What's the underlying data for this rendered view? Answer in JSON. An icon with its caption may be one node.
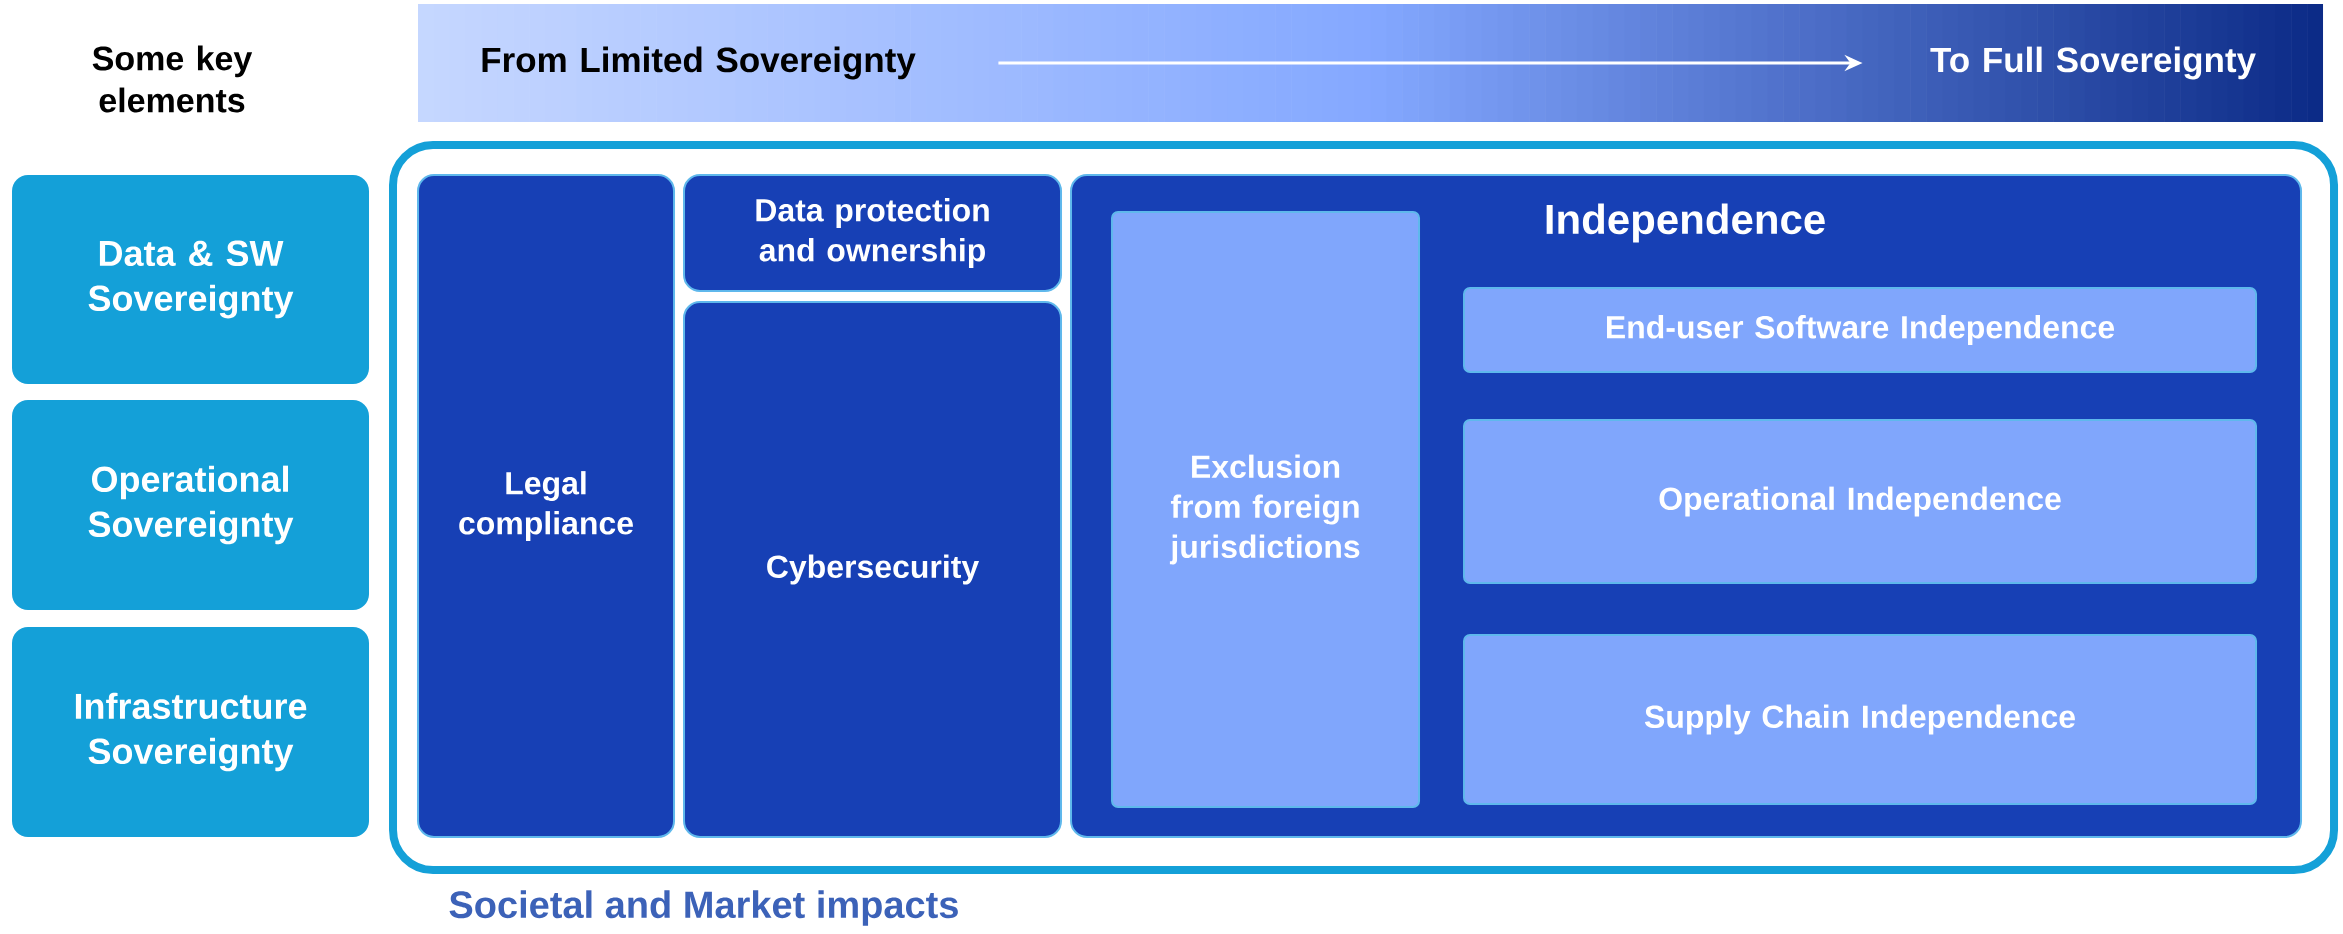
{
  "diagram": {
    "nodes": [
      {
        "text": [],
        "shape": "bar"
      },
      {
        "text": [
          "From Limited Sovereignty"
        ],
        "in": 0
      },
      {
        "text": [
          "To Full Sovereignty"
        ],
        "in": 0
      },
      {
        "text": [
          "Data & SW Sovereignty"
        ]
      },
      {
        "text": [
          "Operational Sovereignty"
        ]
      },
      {
        "text": [
          "Infrastructure Sovereignty"
        ]
      },
      {
        "text": [
          "Societal and Market impacts"
        ]
      },
      {
        "text": [
          "Legal compliance"
        ],
        "in": 6
      },
      {
        "text": [
          "Data protection and ownership"
        ],
        "in": 6
      },
      {
        "text": [
          "Cybersecurity"
        ],
        "in": 6
      },
      {
        "text": [
          "Independence"
        ],
        "in": 6
      },
      {
        "text": [
          "Exclusion from foreign jurisdictions"
        ],
        "in": 10
      },
      {
        "text": [
          "End-user Software Independence"
        ],
        "in": 10
      },
      {
        "text": [
          "Operational Independence"
        ],
        "in": 10
      },
      {
        "text": [
          "Supply Chain Independence"
        ],
        "in": 10
      }
    ],
    "edges": [
      {
        "from": 1,
        "to": 2,
        "arrow": "to"
      }
    ],
    "labels": [
      "Some key elements"
    ]
  }
}
